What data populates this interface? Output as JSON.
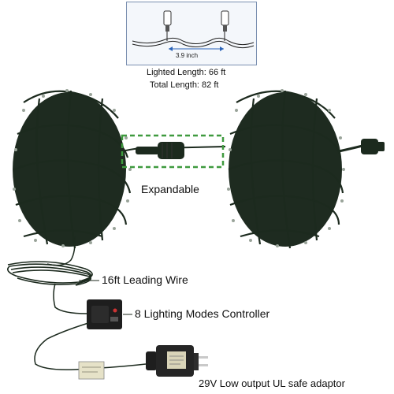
{
  "spec": {
    "spacing": "3.9 inch",
    "lighted_length": "Lighted Length: 66 ft",
    "total_length": "Total Length: 82 ft"
  },
  "callouts": {
    "expandable": "Expandable",
    "leading_wire": "16ft Leading Wire",
    "controller": "8 Lighting Modes Controller",
    "adaptor": "29V Low output UL safe adaptor"
  },
  "colors": {
    "wire": "#1c2a1e",
    "dashed_box": "#3f9a3f",
    "spec_border": "#7a8fb0",
    "dimension_line": "#2a63b8"
  }
}
